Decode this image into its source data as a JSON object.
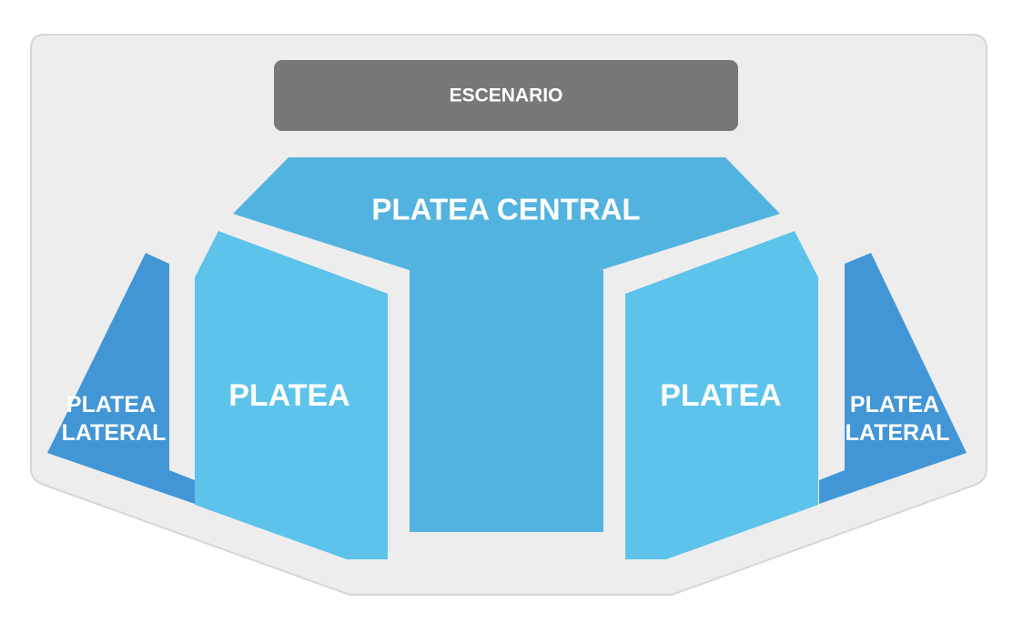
{
  "stage": {
    "label": "ESCENARIO",
    "color": "#787878"
  },
  "venue_floor_color": "#ededed",
  "sections": {
    "platea_central": {
      "label": "PLATEA CENTRAL",
      "color": "#52b3e0"
    },
    "platea_left": {
      "label": "PLATEA",
      "color": "#5dc3ea"
    },
    "platea_right": {
      "label": "PLATEA",
      "color": "#5dc3ea"
    },
    "lateral_left": {
      "lines": [
        "PLATEA",
        "LATERAL"
      ],
      "color": "#4296d6"
    },
    "lateral_right": {
      "lines": [
        "PLATEA",
        "LATERAL"
      ],
      "color": "#4296d6"
    }
  }
}
